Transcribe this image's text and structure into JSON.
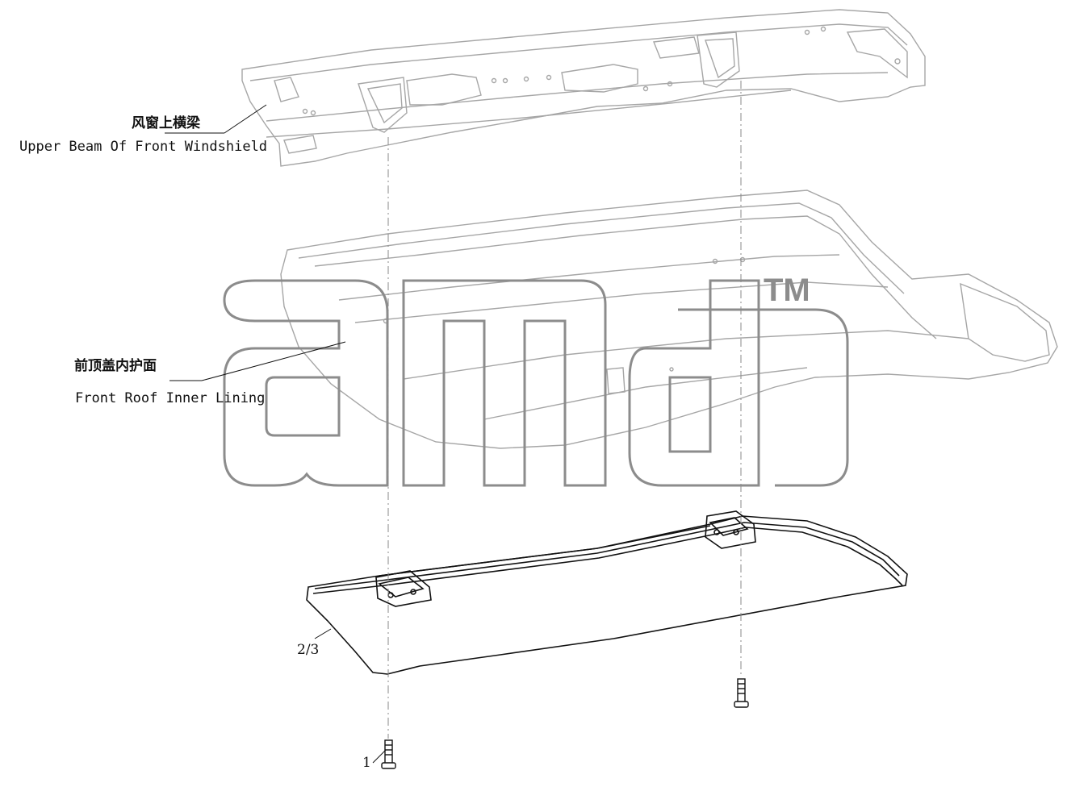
{
  "callouts": {
    "beam": {
      "cn": "风窗上横梁",
      "en": "Upper Beam Of Front Windshield"
    },
    "lining": {
      "cn": "前顶盖内护面",
      "en": "Front Roof Inner Lining"
    },
    "visor_ref": "2/3",
    "screw_ref": "1"
  },
  "watermark": {
    "mark": "TM"
  },
  "colors": {
    "line": "#111111",
    "ghost": "#a6a6a6",
    "watermark": "#8c8c8c"
  }
}
